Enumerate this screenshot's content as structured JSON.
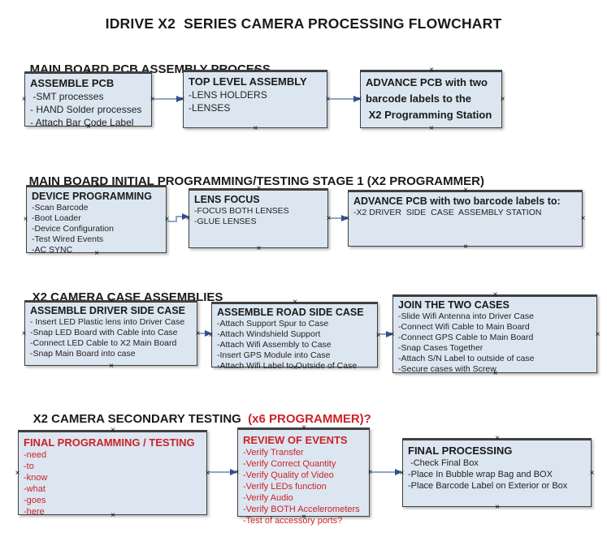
{
  "title": "IDRIVE X2  SERIES CAMERA PROCESSING FLOWCHART",
  "colors": {
    "box_fill": "#dce6f1",
    "box_border": "#404040",
    "arrow_line": "#8ea6c4",
    "arrow_head": "#31518e",
    "red_text": "#cb2327",
    "text": "#1a1a1a"
  },
  "sections": [
    {
      "header": "MAIN BOARD PCB ASSEMBLY PROCESS",
      "boxes": [
        {
          "title": "ASSEMBLE PCB",
          "items": [
            " -SMT processes",
            "- HAND Solder processes",
            "- Attach Bar Code Label"
          ]
        },
        {
          "title": "TOP LEVEL ASSEMBLY",
          "items": [
            "-LENS HOLDERS",
            "-LENSES"
          ]
        },
        {
          "title": "ADVANCE PCB with two",
          "items": [
            "barcode labels to the",
            " X2 Programming Station"
          ]
        }
      ]
    },
    {
      "header": "MAIN BOARD INITIAL PROGRAMMING/TESTING STAGE 1 (X2 PROGRAMMER)",
      "boxes": [
        {
          "title": "DEVICE PROGRAMMING",
          "items": [
            "-Scan Barcode",
            "-Boot Loader",
            "-Device Configuration",
            "-Test Wired Events",
            "-AC SYNC"
          ]
        },
        {
          "title": "LENS FOCUS",
          "items": [
            "-FOCUS BOTH LENSES",
            "-GLUE LENSES"
          ]
        },
        {
          "title": "ADVANCE PCB with two barcode labels to:",
          "items": [
            "-X2 DRIVER  SIDE  CASE  ASSEMBLY STATION"
          ]
        }
      ]
    },
    {
      "header": "X2 CAMERA CASE ASSEMBLIES",
      "boxes": [
        {
          "title": "ASSEMBLE DRIVER SIDE CASE",
          "items": [
            "- Insert LED Plastic lens into Driver Case",
            "-Snap LED Board with Cable into Case",
            "-Connect LED Cable to X2 Main Board",
            "-Snap Main Board into case"
          ]
        },
        {
          "title": "ASSEMBLE ROAD SIDE CASE",
          "items": [
            "-Attach Support Spur to Case",
            "-Attach Windshield Support",
            "-Attach Wifi Assembly to Case",
            "-Insert GPS Module into Case",
            "-Attach Wifi Label to Outside of Case"
          ]
        },
        {
          "title": "JOIN THE TWO CASES",
          "items": [
            "-Slide Wifi Antenna into Driver Case",
            "-Connect Wifi Cable to Main Board",
            "-Connect GPS Cable to Main Board",
            "-Snap Cases Together",
            "-Attach S/N Label to outside of case",
            "-Secure cases with Screw"
          ]
        }
      ]
    },
    {
      "header": "X2 CAMERA SECONDARY TESTING  ",
      "header_red": "(x6 PROGRAMMER)?",
      "boxes": [
        {
          "title": "FINAL PROGRAMMING / TESTING",
          "items": [
            "-need",
            "-to",
            "-know",
            "-what",
            "-goes",
            "-here"
          ]
        },
        {
          "title": "REVIEW OF EVENTS",
          "items": [
            "-Verify Transfer",
            "-Verify Correct Quantity",
            "-Verify Quality of Video",
            "-Verify LEDs function",
            "-Verify Audio",
            "-Verify BOTH Accelerometers",
            "-Test of accessory ports?"
          ]
        },
        {
          "title": "FINAL PROCESSING",
          "items": [
            " -Check Final Box",
            "-Place In Bubble wrap Bag and BOX",
            "-Place Barcode Label on Exterior or Box"
          ]
        }
      ]
    }
  ]
}
